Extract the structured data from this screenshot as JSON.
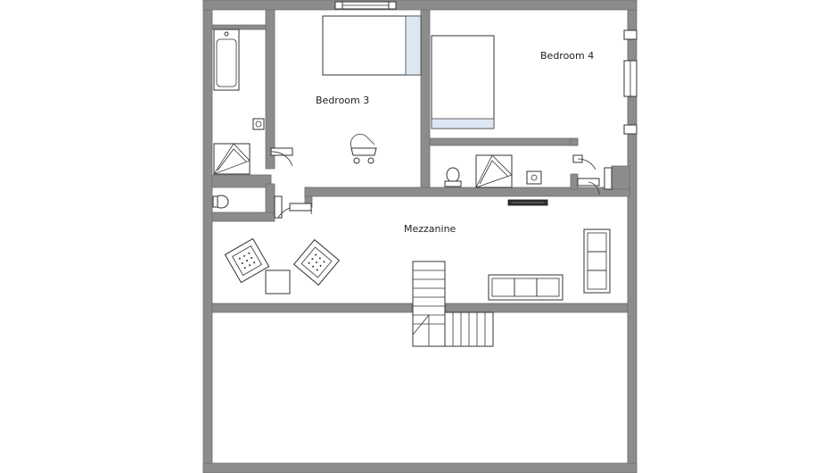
{
  "colors": {
    "wall": "#8c8c8c",
    "floor": "#ffffff",
    "bed_accent": "#dde7f4",
    "tv": "#333333"
  },
  "rooms": {
    "bedroom3": "Bedroom 3",
    "bedroom4": "Bedroom 4",
    "mezzanine": "Mezzanine"
  }
}
